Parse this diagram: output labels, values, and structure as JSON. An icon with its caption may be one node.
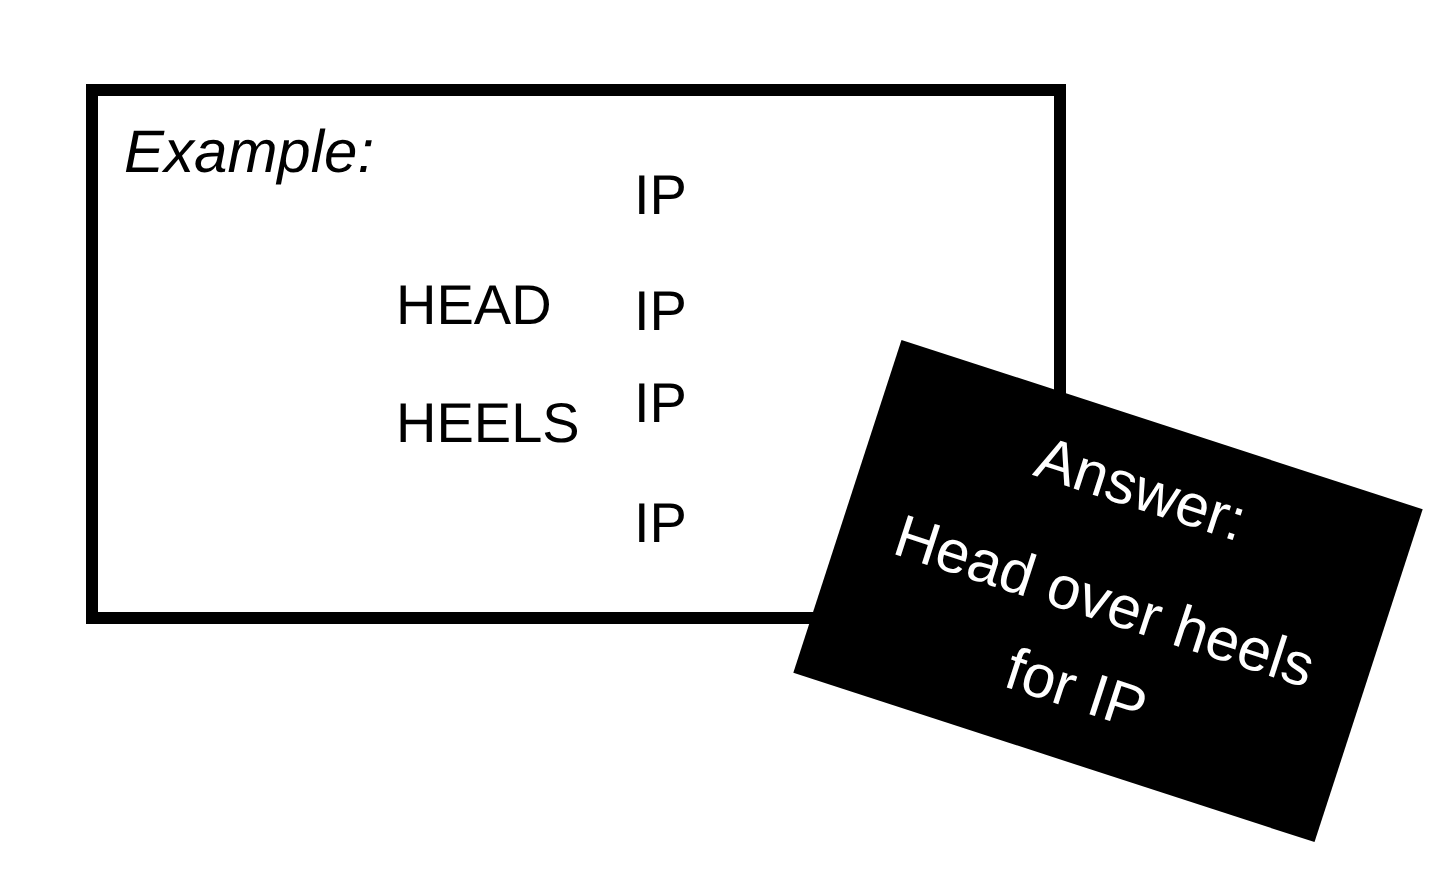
{
  "diagram": {
    "nodes": [
      {
        "text": [
          "Example:",
          "IP",
          "HEAD",
          "IP",
          "HEELS",
          "IP",
          "IP"
        ]
      },
      {
        "text": [
          "Answer:",
          "Head over heels for IP"
        ]
      }
    ]
  }
}
